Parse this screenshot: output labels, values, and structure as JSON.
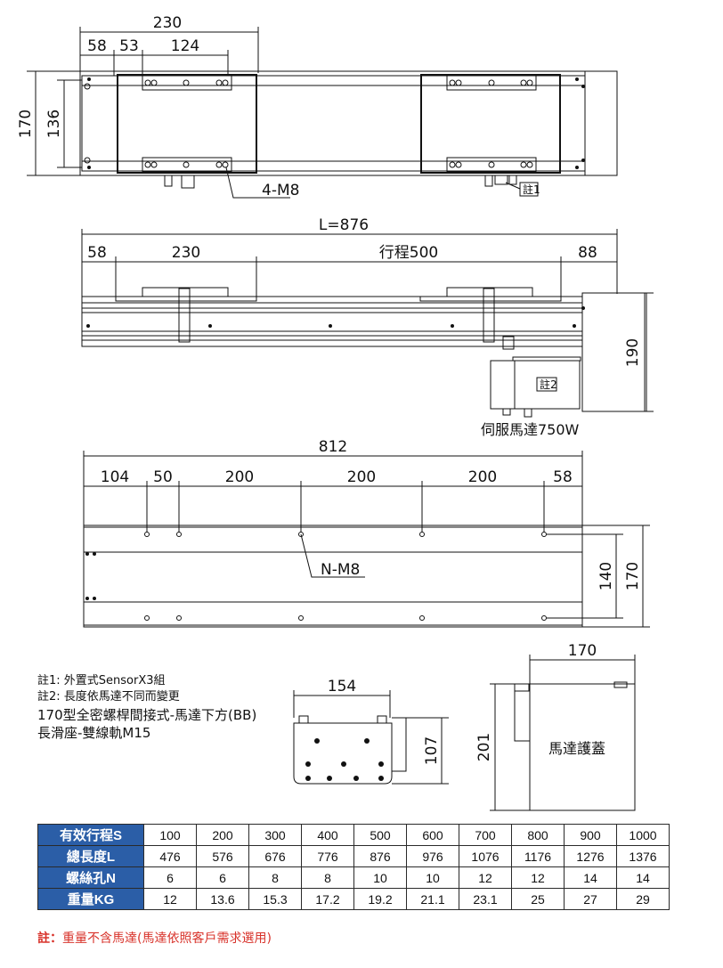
{
  "top_view": {
    "dims": {
      "d230": "230",
      "d58": "58",
      "d53": "53",
      "d124": "124",
      "d170": "170",
      "d136": "136"
    },
    "callout_holes": "4-M8",
    "note_tag": "註1"
  },
  "side_view": {
    "dims": {
      "total": "L=876",
      "d58": "58",
      "d230": "230",
      "stroke": "行程500",
      "d88": "88",
      "d190": "190"
    },
    "note_tag": "註2",
    "motor_label": "伺服馬達750W"
  },
  "base_view": {
    "dims": {
      "total": "812",
      "d104": "104",
      "d50": "50",
      "d200a": "200",
      "d200b": "200",
      "d200c": "200",
      "d58": "58",
      "d140": "140",
      "d170": "170"
    },
    "callout_holes": "N-M8"
  },
  "notes": {
    "line1": "註1: 外置式SensorX3組",
    "line2": "註2: 長度依馬達不同而變更",
    "line3": "170型全密螺桿間接式-馬達下方(BB)",
    "line4": "長滑座-雙線軌M15"
  },
  "end_view": {
    "width": "154",
    "height": "107"
  },
  "cover_view": {
    "width": "170",
    "height": "201",
    "label": "馬達護蓋"
  },
  "spec_table": {
    "headers": [
      "有效行程S",
      "總長度L",
      "螺絲孔N",
      "重量KG"
    ],
    "rows": [
      [
        "100",
        "200",
        "300",
        "400",
        "500",
        "600",
        "700",
        "800",
        "900",
        "1000"
      ],
      [
        "476",
        "576",
        "676",
        "776",
        "876",
        "976",
        "1076",
        "1176",
        "1276",
        "1376"
      ],
      [
        "6",
        "6",
        "8",
        "8",
        "10",
        "10",
        "12",
        "12",
        "14",
        "14"
      ],
      [
        "12",
        "13.6",
        "15.3",
        "17.2",
        "19.2",
        "21.1",
        "23.1",
        "25",
        "27",
        "29"
      ]
    ]
  },
  "footnote": {
    "label": "註：",
    "text": "重量不含馬達(馬達依照客戶需求選用)"
  }
}
